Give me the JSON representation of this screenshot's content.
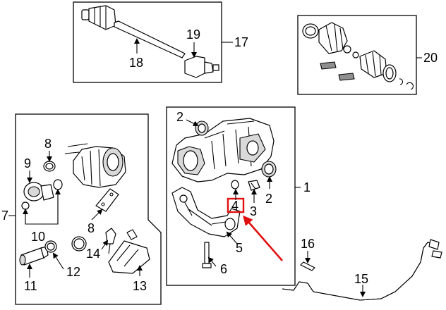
{
  "callouts": {
    "c1": "1",
    "c2a": "2",
    "c2b": "2",
    "c3": "3",
    "c4": "4",
    "c5": "5",
    "c6": "6",
    "c7": "7",
    "c8a": "8",
    "c8b": "8",
    "c9": "9",
    "c10": "10",
    "c11": "11",
    "c12": "12",
    "c13": "13",
    "c14": "14",
    "c15": "15",
    "c16": "16",
    "c17": "17",
    "c18": "18",
    "c19": "19",
    "c20": "20"
  },
  "highlight": {
    "callout": "4",
    "color": "#e01010"
  }
}
